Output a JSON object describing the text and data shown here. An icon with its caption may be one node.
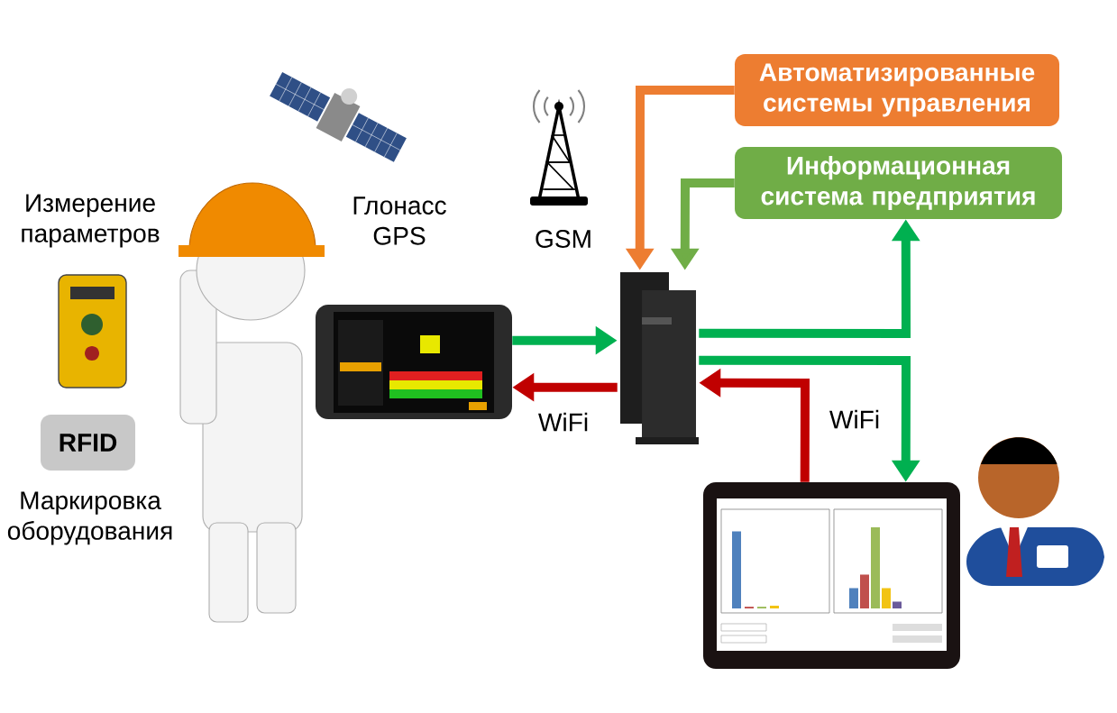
{
  "diagram": {
    "nodes": [
      {
        "text": [
          "Автоматизированные системы управления"
        ]
      },
      {
        "text": [
          "Информационная система предприятия"
        ]
      },
      {
        "text": [],
        "shape": "picture",
        "beside": [
          "Глонасс GPS"
        ]
      },
      {
        "text": [],
        "shape": "picture",
        "beside": [
          "GSM"
        ]
      },
      {
        "text": [],
        "shape": "picture"
      },
      {
        "text": [],
        "shape": "picture",
        "beside": [
          "Измерение параметров"
        ]
      },
      {
        "text": [
          "RFID"
        ],
        "beside": [
          "Маркировка оборудования"
        ]
      },
      {
        "text": [],
        "shape": "picture"
      },
      {
        "text": [],
        "shape": "picture"
      },
      {
        "text": [],
        "shape": "picture"
      },
      {
        "text": [],
        "shape": "picture"
      }
    ],
    "edges": [
      {
        "from": 0,
        "to": 8,
        "arrow": "to",
        "color": "#ed7d31"
      },
      {
        "from": 1,
        "to": 8,
        "arrow": "to",
        "color": "#70ad47"
      },
      {
        "from": 7,
        "to": 8,
        "arrow": "to"
      },
      {
        "from": 8,
        "to": 7,
        "arrow": "to",
        "label": "WiFi",
        "color": "#c00000"
      },
      {
        "from": 8,
        "to": 1,
        "arrow": "to"
      },
      {
        "from": 8,
        "to": 9,
        "arrow": "to",
        "label": "WiFi"
      },
      {
        "from": 9,
        "to": 8,
        "arrow": "to",
        "color": "#c00000"
      }
    ]
  }
}
